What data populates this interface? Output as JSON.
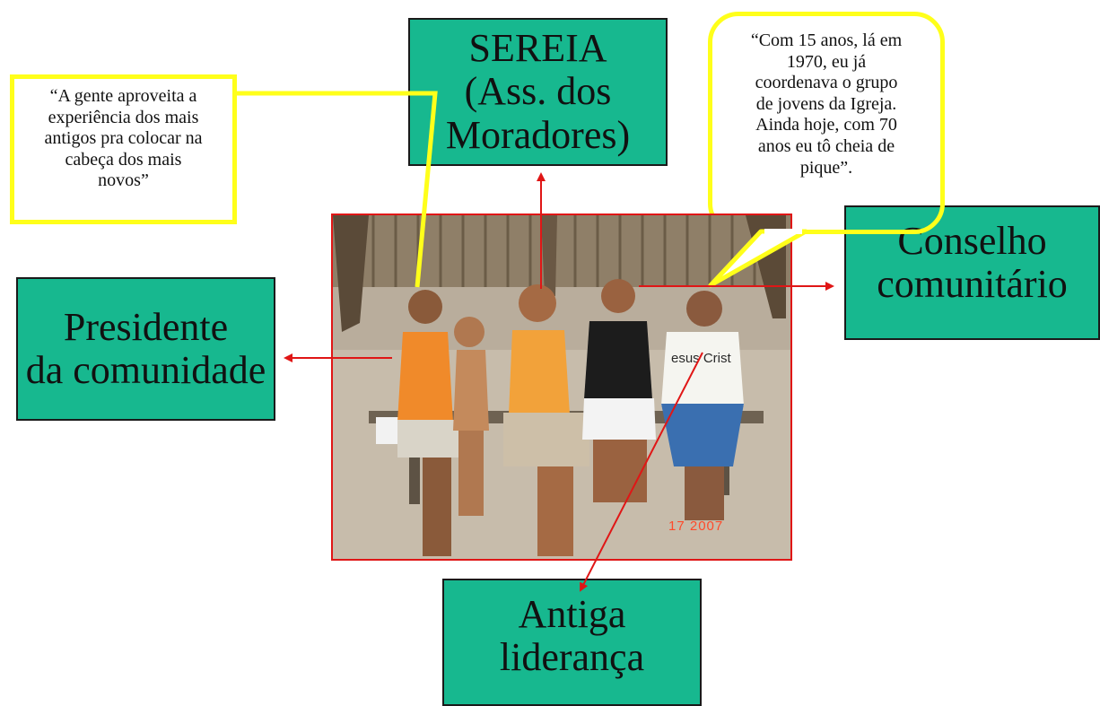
{
  "labels": {
    "sereia": [
      "SEREIA",
      "(Ass. dos",
      "Moradores)"
    ],
    "presidente": [
      "Presidente",
      "da comunidade"
    ],
    "conselho": [
      "Conselho",
      "comunitário"
    ],
    "antiga": [
      "Antiga",
      "liderança"
    ]
  },
  "quotes": {
    "left": [
      "“A gente aproveita a",
      "experiência dos mais",
      "antigos pra colocar na",
      "cabeça dos mais",
      "novos”"
    ],
    "right": [
      "“Com 15 anos, lá em",
      "1970, eu já",
      "coordenava o grupo",
      "de jovens da Igreja.",
      "Ainda hoje, com 70",
      "anos eu tô cheia de",
      "pique”."
    ]
  },
  "photo": {
    "shirt_text": "esus Crist",
    "date_stamp": "17 2007"
  },
  "colors": {
    "box_fill": "#17b88f",
    "callout_border": "#ffff1a",
    "arrow": "#e01616",
    "photo_border": "#e01616"
  }
}
